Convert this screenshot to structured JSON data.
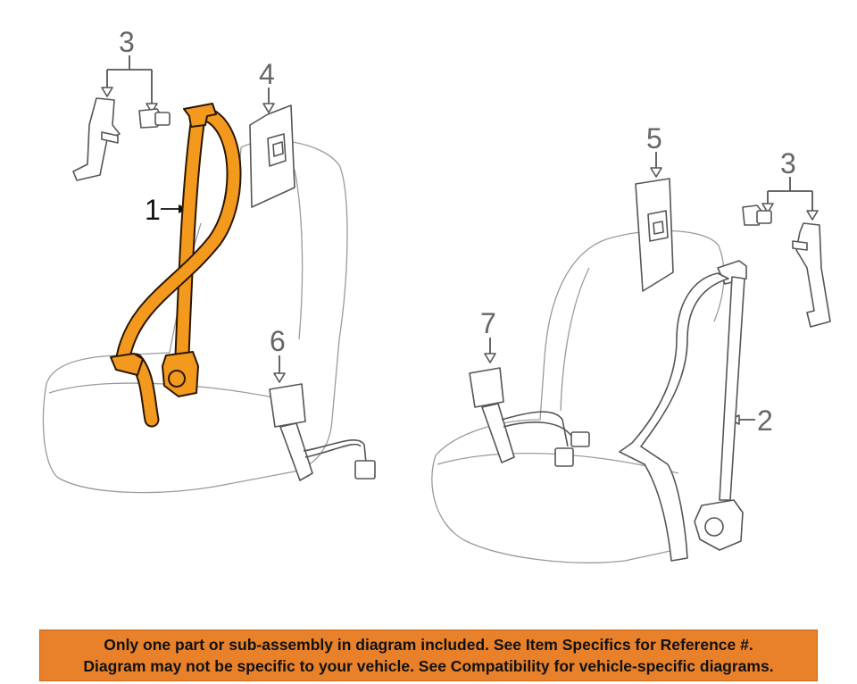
{
  "callouts": {
    "belt_left": "1",
    "belt_right": "2",
    "anchor_left": "3",
    "anchor_right": "3",
    "trim_left": "4",
    "trim_right": "5",
    "buckle_left": "6",
    "buckle_right": "7"
  },
  "highlight_color": "#f39a1e",
  "banner": {
    "line1": "Only one part or sub-assembly in diagram included. See Item Specifics for Reference #.",
    "line2": "Diagram may not be specific to your vehicle. See Compatibility for vehicle-specific diagrams."
  }
}
